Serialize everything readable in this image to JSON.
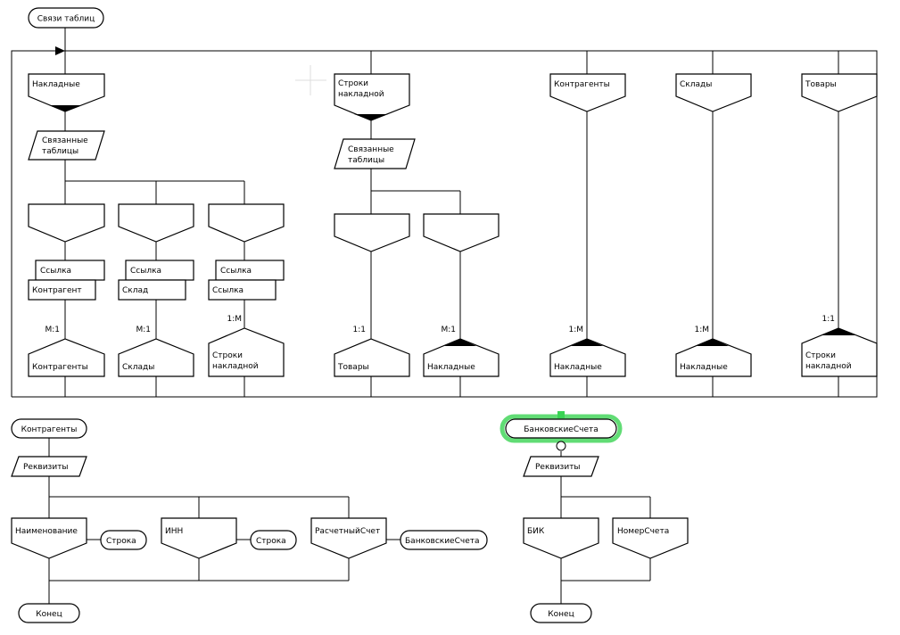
{
  "top": {
    "start_label": "Связи таблиц",
    "nakladnye": {
      "header": "Накладные",
      "linked_tables": [
        "Связанные",
        "таблицы"
      ],
      "blocks": [
        {
          "ref_back": "Ссылка",
          "ref_front": "Контрагент",
          "cardinality": "M:1",
          "target": [
            "Контрагенты"
          ]
        },
        {
          "ref_back": "Ссылка",
          "ref_front": "Склад",
          "cardinality": "M:1",
          "target": [
            "Склады"
          ]
        },
        {
          "ref_back": "Ссылка",
          "ref_front": "Ссылка",
          "cardinality": "1:M",
          "target": [
            "Строки",
            "накладной"
          ]
        }
      ]
    },
    "stroki": {
      "header": [
        "Строки",
        "накладной"
      ],
      "linked_tables": [
        "Связанные",
        "таблицы"
      ],
      "blocks": [
        {
          "cardinality": "1:1",
          "target": [
            "Товары"
          ]
        },
        {
          "cardinality": "M:1",
          "target": [
            "Накладные"
          ]
        }
      ]
    },
    "kontragenty": {
      "header": "Контрагенты",
      "cardinality": "1:M",
      "target": [
        "Накладные"
      ]
    },
    "sklady": {
      "header": "Склады",
      "cardinality": "1:M",
      "target": [
        "Накладные"
      ]
    },
    "tovary": {
      "header": "Товары",
      "cardinality": "1:1",
      "target": [
        "Строки",
        "накладной"
      ]
    }
  },
  "contragents_diagram": {
    "start_label": "Контрагенты",
    "requisites": "Реквизиты",
    "fields": [
      {
        "name": "Наименование",
        "type": "Строка"
      },
      {
        "name": "ИНН",
        "type": "Строка"
      },
      {
        "name": "РасчетныйСчет",
        "type": "БанковскиеСчета"
      }
    ],
    "end_label": "Конец"
  },
  "bank_diagram": {
    "start_label": "БанковскиеСчета",
    "requisites": "Реквизиты",
    "fields": [
      {
        "name": "БИК"
      },
      {
        "name": "НомерСчета"
      }
    ],
    "end_label": "Конец",
    "highlight_color": "#39d353"
  }
}
